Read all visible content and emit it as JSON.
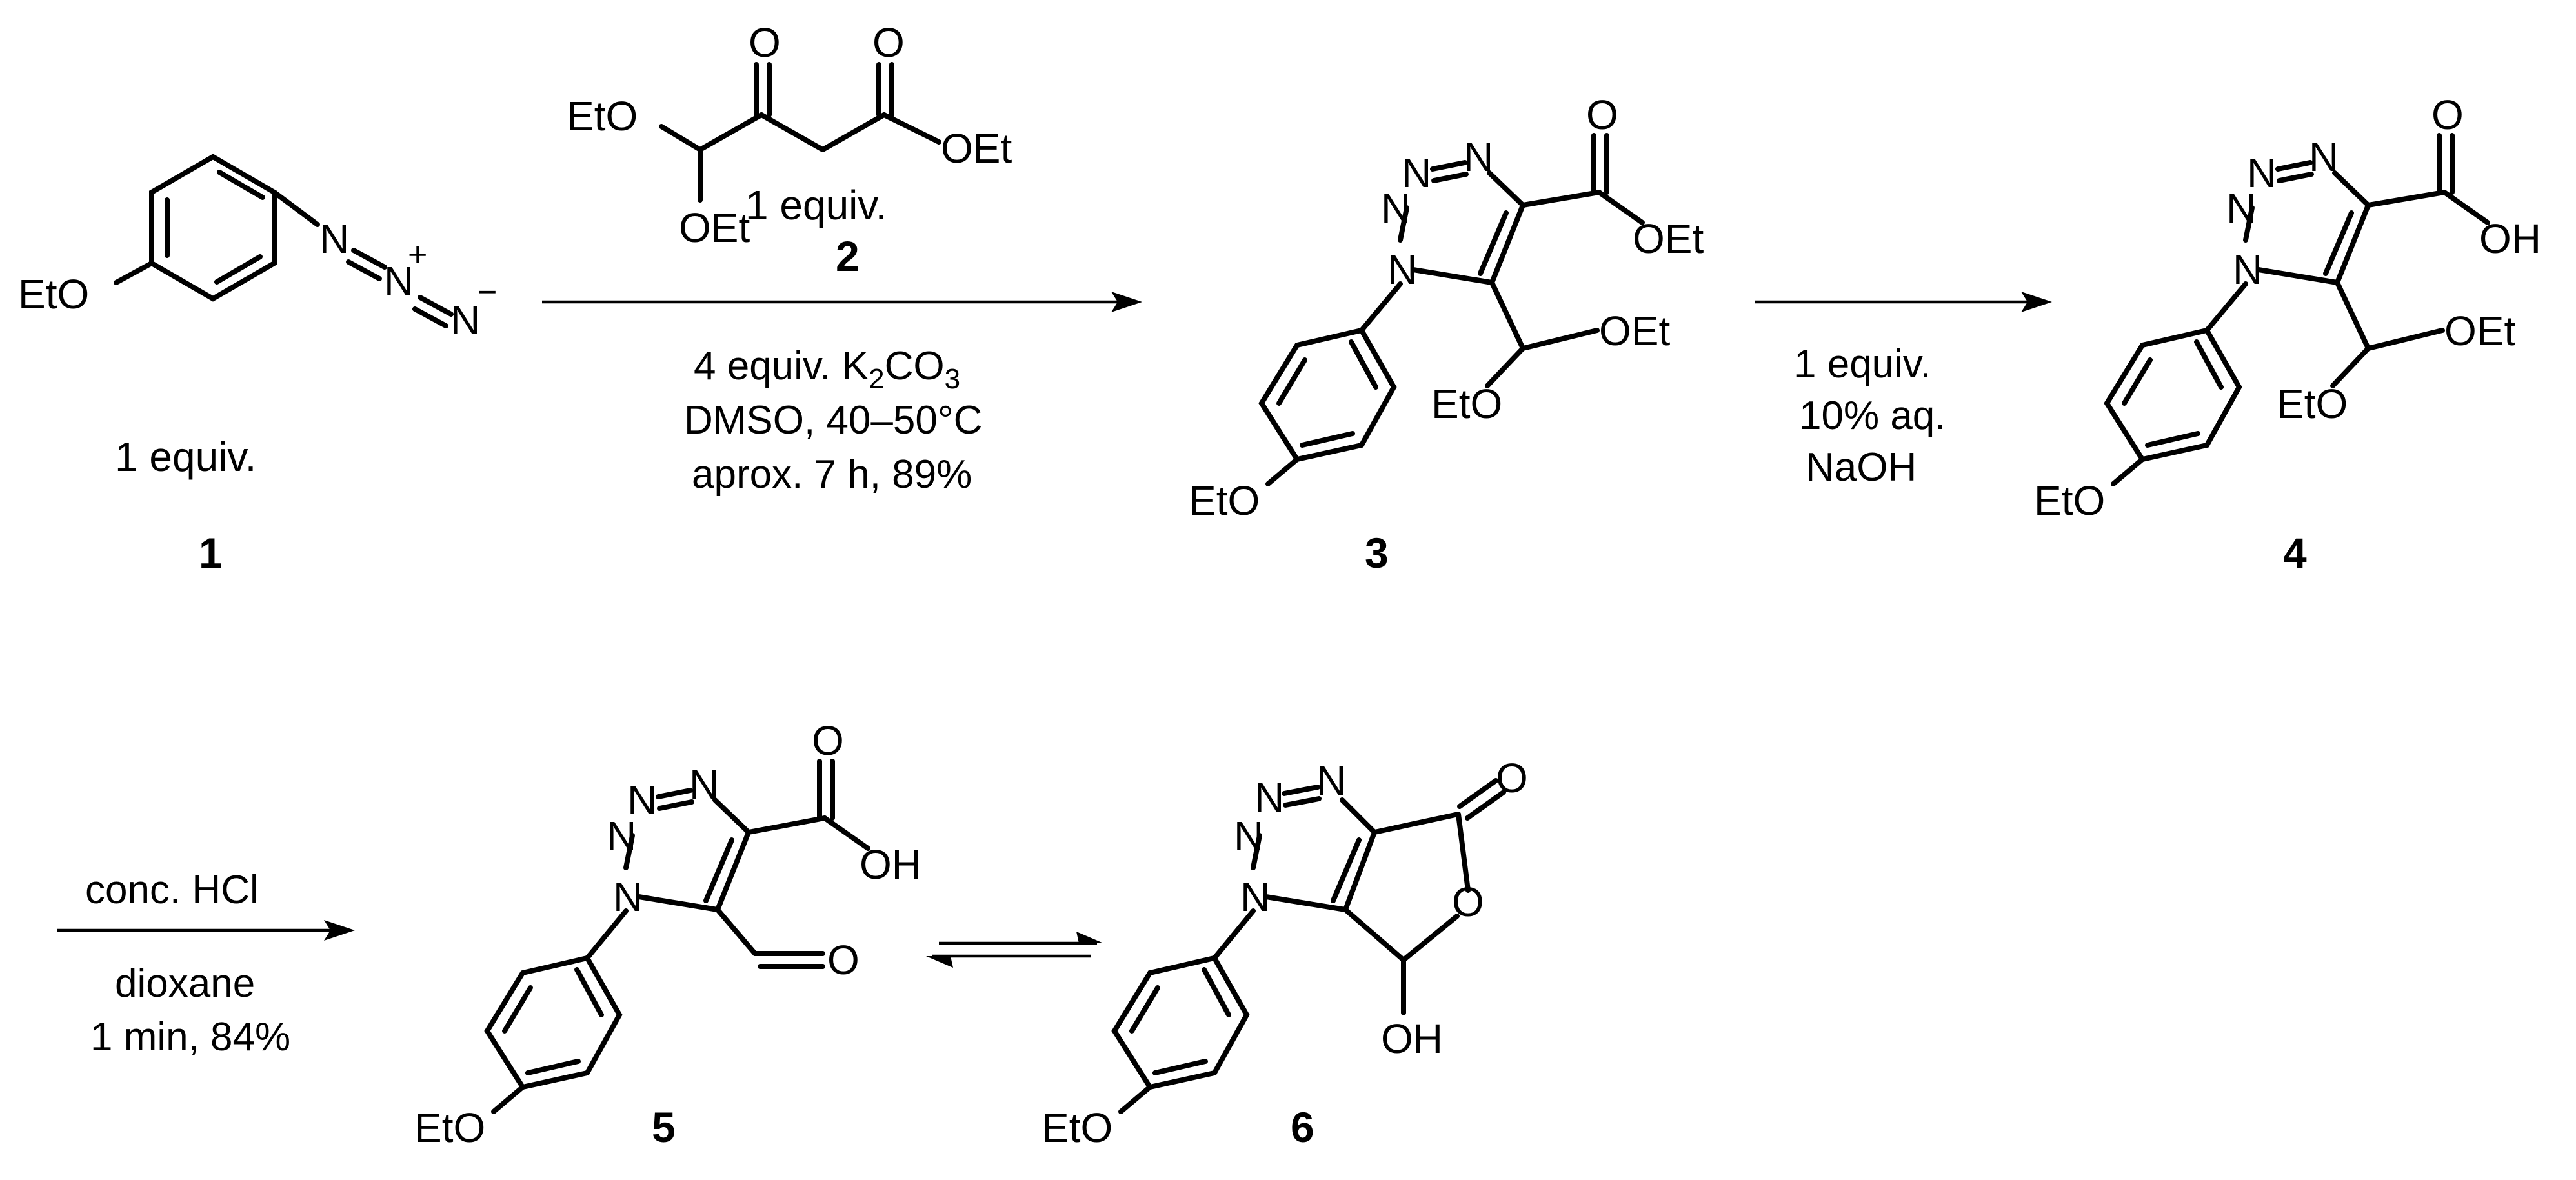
{
  "compounds": {
    "c1": {
      "number": "1",
      "equiv": "1 equiv.",
      "substituent": "EtO",
      "azide_n1": "N",
      "azide_n2": "N",
      "azide_n2_charge": "+",
      "azide_n3": "N",
      "azide_n3_charge": "−"
    },
    "c2": {
      "number": "2",
      "equiv": "1 equiv.",
      "acetal_oet_top": "EtO",
      "acetal_oet_bottom": "OEt",
      "ketone_o": "O",
      "ester_o": "O",
      "ester_oet": "OEt"
    },
    "c3": {
      "number": "3",
      "n_top": "N",
      "n_mid": "N",
      "n_ring": "N",
      "carbonyl_o": "O",
      "ester_oet": "OEt",
      "acetal_oet_right": "OEt",
      "acetal_eto_bottom": "EtO",
      "aryl_eto": "EtO"
    },
    "c4": {
      "number": "4",
      "n_top": "N",
      "n_mid": "N",
      "n_ring": "N",
      "carbonyl_o": "O",
      "acid_oh": "OH",
      "acetal_oet_right": "OEt",
      "acetal_eto_bottom": "EtO",
      "aryl_eto": "EtO"
    },
    "c5": {
      "number": "5",
      "n_top": "N",
      "n_mid": "N",
      "n_ring": "N",
      "carbonyl_o": "O",
      "acid_oh": "OH",
      "aldehyde_o": "O",
      "aryl_eto": "EtO"
    },
    "c6": {
      "number": "6",
      "n_top": "N",
      "n_mid": "N",
      "n_ring": "N",
      "lactone_o_carbonyl": "O",
      "lactone_o_ring": "O",
      "hydroxyl": "OH",
      "aryl_eto": "EtO"
    }
  },
  "steps": {
    "step1": {
      "line1_a": "4 equiv. K",
      "line1_sub1": "2",
      "line1_b": "CO",
      "line1_sub2": "3",
      "line2": "DMSO, 40–50°C",
      "line3": "aprox. 7 h, 89%"
    },
    "step2": {
      "line1": "1 equiv.",
      "line2": "10% aq.",
      "line3": "NaOH"
    },
    "step3": {
      "above": "conc. HCl",
      "below1": "dioxane",
      "below2": "1 min, 84%"
    }
  }
}
